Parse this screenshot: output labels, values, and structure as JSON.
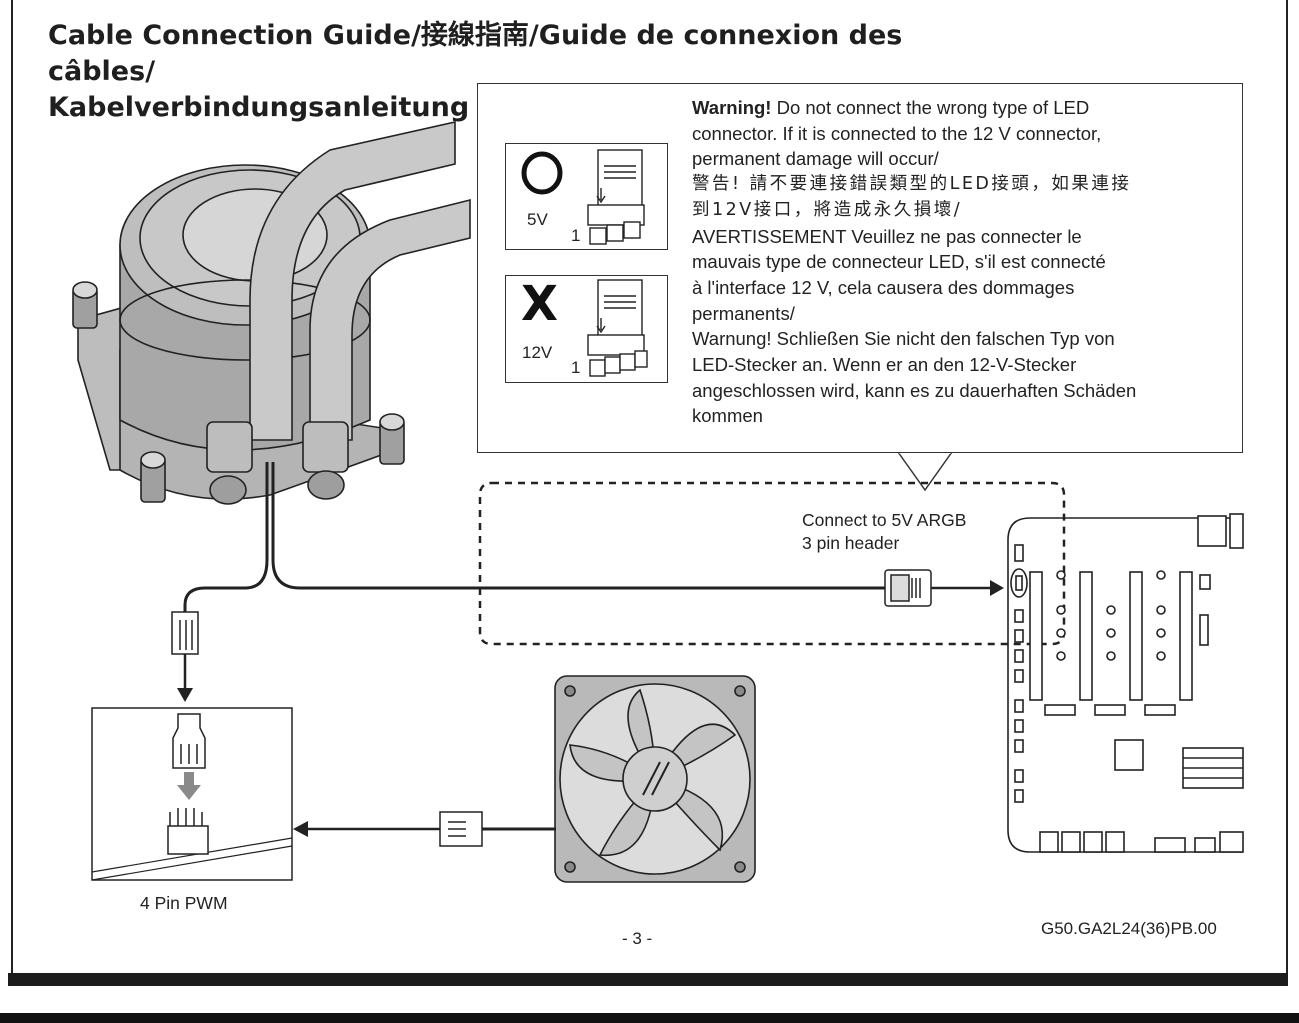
{
  "title": {
    "line1": "Cable Connection Guide/接線指南/Guide de connexion des câbles/",
    "line2": "Kabelverbindungsanleitung"
  },
  "warning": {
    "label": "Warning!",
    "english_lines": [
      " Do not connect the wrong type of LED",
      "connector. If it is connected to the 12 V connector,",
      "permanent damage will occur/"
    ],
    "chinese_lines": [
      "警告! 請不要連接錯誤類型的LED接頭，如果連接",
      "到12V接口，將造成永久損壞/"
    ],
    "french_lines": [
      "AVERTISSEMENT Veuillez ne pas connecter le",
      "mauvais type de connecteur LED, s'il est connecté",
      "à l'interface 12 V, cela causera des dommages",
      "permanents/"
    ],
    "german_lines": [
      "Warnung! Schließen Sie nicht den falschen Typ von",
      "LED-Stecker an. Wenn er an den 12-V-Stecker",
      "angeschlossen wird, kann es zu dauerhaften Schäden",
      "kommen"
    ]
  },
  "connector_examples": {
    "correct": {
      "voltage": "5V",
      "pin_marker": "1",
      "mark_icon": "circle-ok-icon"
    },
    "wrong": {
      "voltage": "12V",
      "pin_marker": "1",
      "mark": "X",
      "mark_icon": "cross-wrong-icon"
    }
  },
  "argb": {
    "line1": "Connect to  5V ARGB",
    "line2": "3 pin header"
  },
  "pwm_label": "4 Pin PWM",
  "page_number": "- 3 -",
  "doc_code": "G50.GA2L24(36)PB.00",
  "colors": {
    "line": "#222222",
    "metal_light": "#cfcfcf",
    "metal_mid": "#a9a9a9",
    "metal_dark": "#7a7a7a"
  }
}
